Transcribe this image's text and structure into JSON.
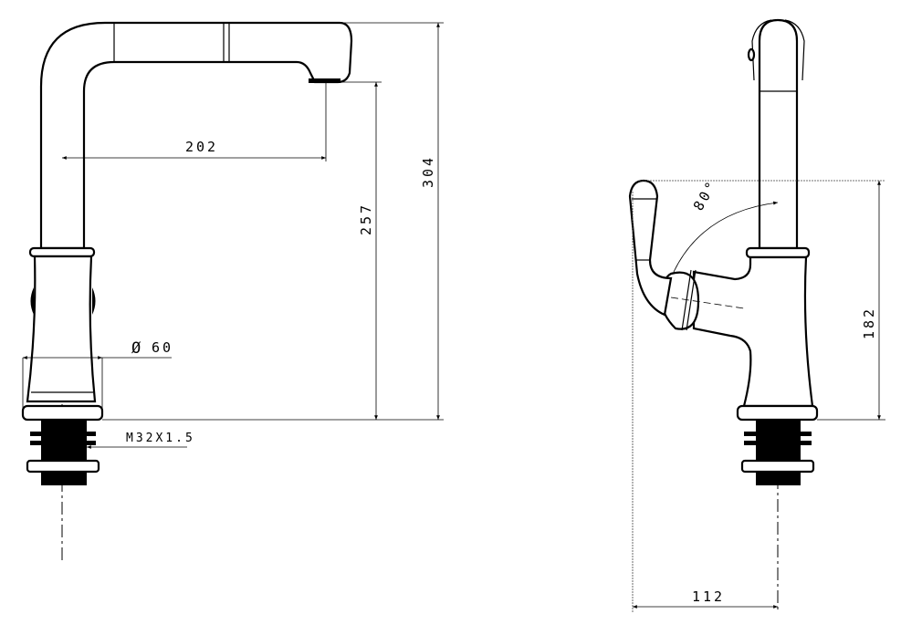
{
  "front_view": {
    "dim_reach": "202",
    "dim_spout_height": "257",
    "dim_total_height": "304",
    "dim_diameter_symbol": "Ø",
    "dim_diameter": "60",
    "thread": "M32X1.5"
  },
  "side_view": {
    "angle": "80°",
    "dim_lever_height": "182",
    "dim_lever_reach": "112"
  }
}
